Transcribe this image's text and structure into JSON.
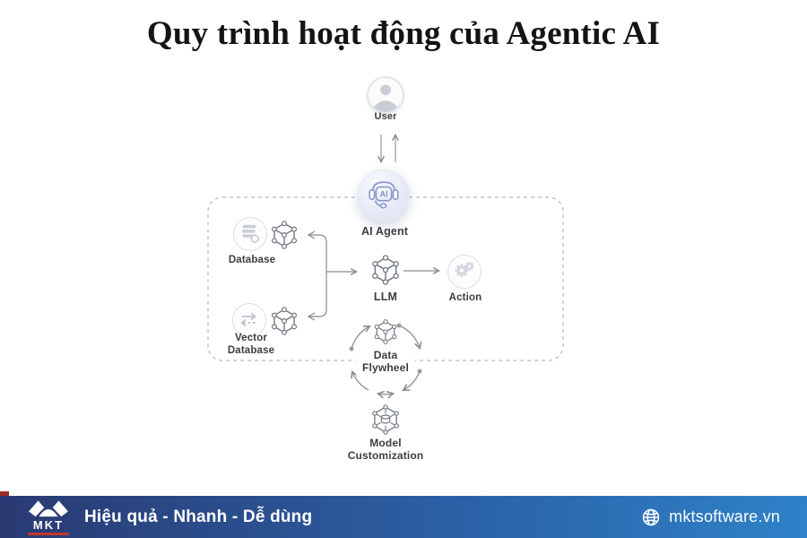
{
  "header": {
    "title": "Quy trình hoạt động của Agentic AI"
  },
  "diagram": {
    "nodes": {
      "user": {
        "label": "User"
      },
      "ai_agent": {
        "label": "AI Agent",
        "icon_text": "AI"
      },
      "database": {
        "label": "Database"
      },
      "vector_database": {
        "label": "Vector\nDatabase"
      },
      "llm": {
        "label": "LLM"
      },
      "action": {
        "label": "Action"
      },
      "data_flywheel": {
        "label": "Data\nFlywheel"
      },
      "model_customization": {
        "label": "Model\nCustomization"
      }
    },
    "colors": {
      "connector_line": "#8a8a8a",
      "dashed_border": "#b9b9b9",
      "agent_accent": "#8b99cc",
      "icon_gray": "#c9ced6"
    }
  },
  "footer": {
    "logo_text": "MKT",
    "slogan": "Hiệu quả - Nhanh - Dễ dùng",
    "website": "mktsoftware.vn",
    "colors": {
      "gradient_left": "#2a3a72",
      "gradient_right": "#2e82c8",
      "accent_red": "#c0392b"
    }
  }
}
